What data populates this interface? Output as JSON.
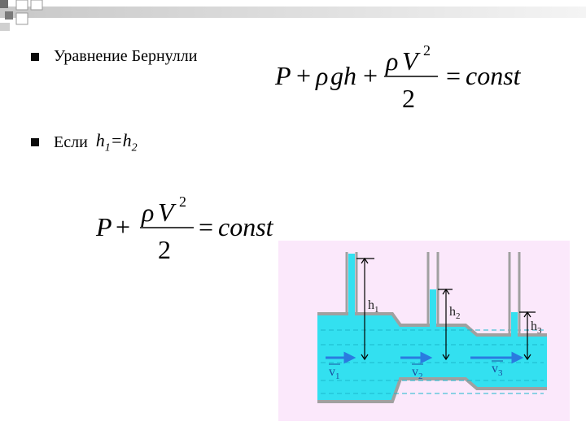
{
  "bullets": [
    {
      "text": "Уравнение Бернулли"
    },
    {
      "text": "Если"
    }
  ],
  "condition": {
    "h1": "h",
    "h1_sub": "1",
    "eq": "=",
    "h2": "h",
    "h2_sub": "2"
  },
  "formula1": {
    "P": "P",
    "plus1": "+",
    "rho": "ρ",
    "gh": "gh",
    "plus2": "+",
    "num_rho": "ρ",
    "num_V": "V",
    "exp": "2",
    "den": "2",
    "eq": "=",
    "const": "const"
  },
  "formula2": {
    "P": "P",
    "plus": "+",
    "num_rho": "ρ",
    "num_V": "V",
    "exp": "2",
    "den": "2",
    "eq": "=",
    "const": "const"
  },
  "diagram": {
    "labels": {
      "h1": "h",
      "h1_sub": "1",
      "h2": "h",
      "h2_sub": "2",
      "h3": "h",
      "h3_sub": "3",
      "v1": "v",
      "v1_sub": "1",
      "v2": "v",
      "v2_sub": "2",
      "v3": "v",
      "v3_sub": "3"
    },
    "colors": {
      "background": "#fbe8fb",
      "water": "#33e0f0",
      "wall": "#a0a0a0",
      "arrow": "#2a7be0",
      "measure": "#000000"
    }
  },
  "colors": {
    "deco_dark": "#5a5a5a",
    "deco_light": "#ffffff"
  }
}
